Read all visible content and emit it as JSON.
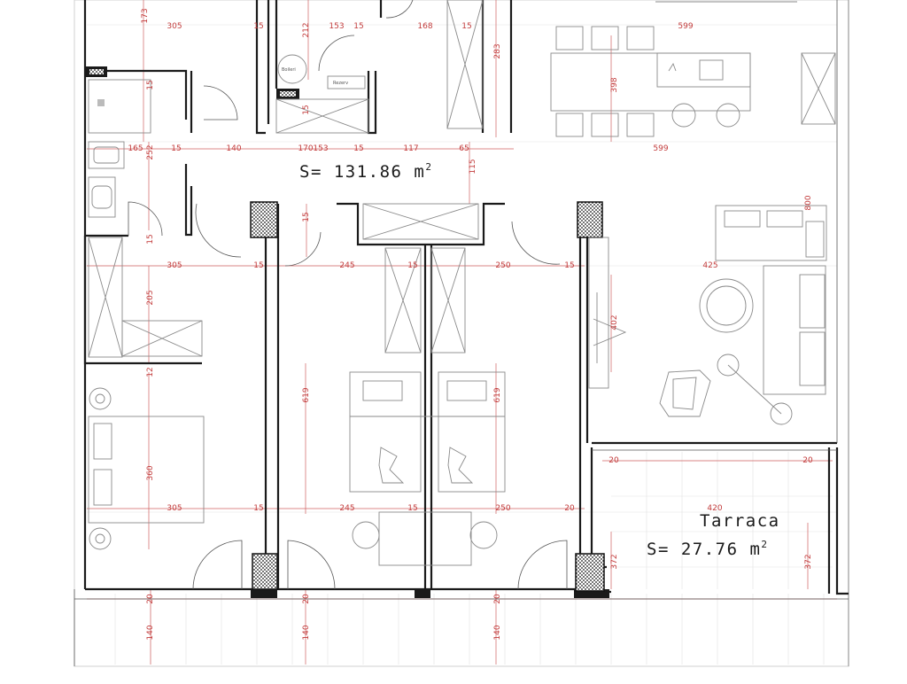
{
  "plan": {
    "main_area_label": "S= 131.86 m",
    "main_area_sup": "2",
    "terrace_name": "Tarraca",
    "terrace_area_label": "S= 27.76 m",
    "terrace_area_sup": "2",
    "small_labels": [
      "Boileri",
      "Rezerv"
    ],
    "colors": {
      "dimension": "#c23b3b",
      "wall": "#1a1a1a",
      "furniture": "#8a8a8a"
    }
  },
  "dimensions": [
    {
      "id": "d1",
      "text": "173"
    },
    {
      "id": "d2",
      "text": "305"
    },
    {
      "id": "d3",
      "text": "15"
    },
    {
      "id": "d4",
      "text": "212"
    },
    {
      "id": "d5",
      "text": "153"
    },
    {
      "id": "d6",
      "text": "15"
    },
    {
      "id": "d7",
      "text": "168"
    },
    {
      "id": "d8",
      "text": "15"
    },
    {
      "id": "d9",
      "text": "283"
    },
    {
      "id": "d10",
      "text": "599"
    },
    {
      "id": "d11",
      "text": "15"
    },
    {
      "id": "d12",
      "text": "15"
    },
    {
      "id": "d13",
      "text": "398"
    },
    {
      "id": "d14",
      "text": "165"
    },
    {
      "id": "d15",
      "text": "252"
    },
    {
      "id": "d16",
      "text": "15"
    },
    {
      "id": "d17",
      "text": "140"
    },
    {
      "id": "d18",
      "text": "170"
    },
    {
      "id": "d19",
      "text": "153"
    },
    {
      "id": "d20",
      "text": "15"
    },
    {
      "id": "d21",
      "text": "117"
    },
    {
      "id": "d22",
      "text": "65"
    },
    {
      "id": "d23",
      "text": "599"
    },
    {
      "id": "d24",
      "text": "115"
    },
    {
      "id": "d25",
      "text": "15"
    },
    {
      "id": "d26",
      "text": "800"
    },
    {
      "id": "d27",
      "text": "15"
    },
    {
      "id": "d28",
      "text": "305"
    },
    {
      "id": "d29",
      "text": "15"
    },
    {
      "id": "d30",
      "text": "245"
    },
    {
      "id": "d31",
      "text": "15"
    },
    {
      "id": "d32",
      "text": "250"
    },
    {
      "id": "d33",
      "text": "15"
    },
    {
      "id": "d34",
      "text": "425"
    },
    {
      "id": "d35",
      "text": "205"
    },
    {
      "id": "d36",
      "text": "402"
    },
    {
      "id": "d37",
      "text": "12"
    },
    {
      "id": "d38",
      "text": "619"
    },
    {
      "id": "d39",
      "text": "619"
    },
    {
      "id": "d40",
      "text": "360"
    },
    {
      "id": "d41",
      "text": "20"
    },
    {
      "id": "d42",
      "text": "20"
    },
    {
      "id": "d43",
      "text": "305"
    },
    {
      "id": "d44",
      "text": "15"
    },
    {
      "id": "d45",
      "text": "245"
    },
    {
      "id": "d46",
      "text": "15"
    },
    {
      "id": "d47",
      "text": "250"
    },
    {
      "id": "d48",
      "text": "20"
    },
    {
      "id": "d49",
      "text": "420"
    },
    {
      "id": "d50",
      "text": "372"
    },
    {
      "id": "d51",
      "text": "372"
    },
    {
      "id": "d52",
      "text": "20"
    },
    {
      "id": "d53",
      "text": "20"
    },
    {
      "id": "d54",
      "text": "20"
    },
    {
      "id": "d55",
      "text": "140"
    },
    {
      "id": "d56",
      "text": "140"
    },
    {
      "id": "d57",
      "text": "140"
    }
  ]
}
